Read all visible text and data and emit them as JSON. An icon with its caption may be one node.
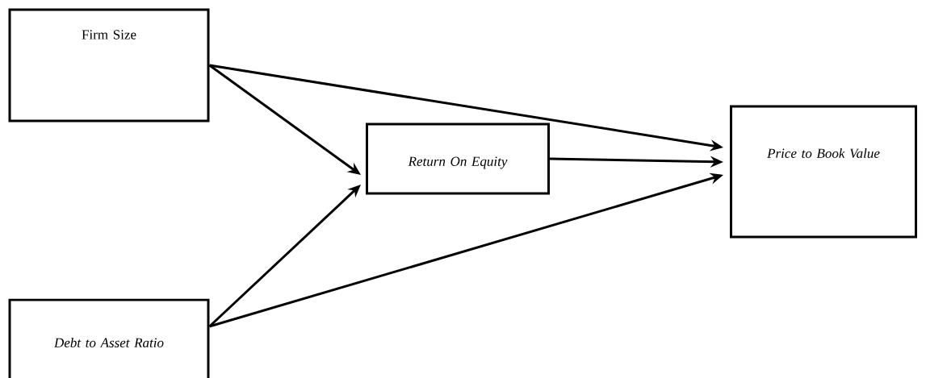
{
  "diagram": {
    "nodes": [
      {
        "text": [
          "Firm Size"
        ]
      },
      {
        "text": [
          "Debt to Asset Ratio"
        ]
      },
      {
        "text": [
          "Return On Equity"
        ]
      },
      {
        "text": [
          "Price to Book Value"
        ]
      }
    ],
    "edges": [
      {
        "from": 0,
        "to": 2,
        "arrow": "to"
      },
      {
        "from": 1,
        "to": 2,
        "arrow": "to"
      },
      {
        "from": 0,
        "to": 3,
        "arrow": "to"
      },
      {
        "from": 2,
        "to": 3,
        "arrow": "to"
      },
      {
        "from": 1,
        "to": 3,
        "arrow": "to"
      }
    ]
  }
}
